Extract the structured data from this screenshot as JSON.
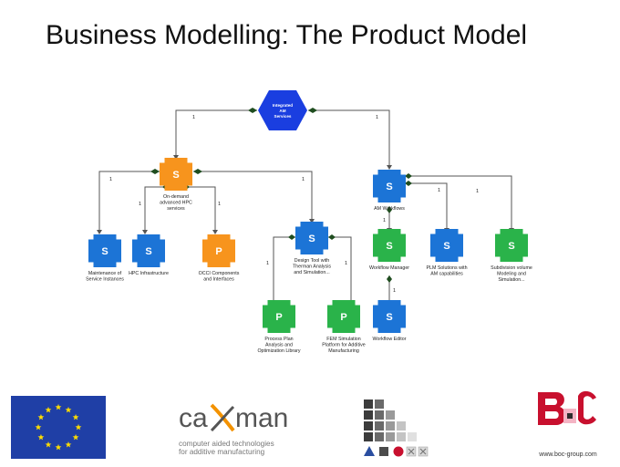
{
  "slide": {
    "title": "Business Modelling: The Product Model"
  },
  "root": {
    "lines": [
      "Integrated",
      "AM",
      "Services"
    ],
    "color": "#1a3ee0"
  },
  "colors": {
    "service_blue": "#1c74d6",
    "service_orange": "#f7941d",
    "product_green": "#2ab34a"
  },
  "nodes": [
    {
      "id": "ondemand",
      "letter": "S",
      "color": "orange",
      "label": [
        "On-demand",
        "advanced HPC",
        "services"
      ]
    },
    {
      "id": "amworkflows",
      "letter": "S",
      "color": "blue",
      "label": [
        "AM Workflows"
      ]
    },
    {
      "id": "maintenance",
      "letter": "S",
      "color": "blue",
      "label": [
        "Maintenance of",
        "Service Instances"
      ]
    },
    {
      "id": "hpcinfra",
      "letter": "S",
      "color": "blue",
      "label": [
        "HPC Infrastructure"
      ]
    },
    {
      "id": "occi",
      "letter": "P",
      "color": "orange",
      "label": [
        "OCCI Components",
        "and Interfaces"
      ]
    },
    {
      "id": "designtool",
      "letter": "S",
      "color": "blue",
      "label": [
        "Design Tool with",
        "Therman Analysis",
        "and Simulation..."
      ]
    },
    {
      "id": "workflowmgr",
      "letter": "S",
      "color": "green",
      "label": [
        "Workflow Manager"
      ]
    },
    {
      "id": "plm",
      "letter": "S",
      "color": "blue",
      "label": [
        "PLM Solutions with",
        "AM capabilities"
      ]
    },
    {
      "id": "subdivision",
      "letter": "S",
      "color": "green",
      "label": [
        "Subdivision volume",
        "Modeling and",
        "Simulation..."
      ]
    },
    {
      "id": "processplan",
      "letter": "P",
      "color": "green",
      "label": [
        "Process Plan",
        "Analysis and",
        "Optimization Library"
      ]
    },
    {
      "id": "femsim",
      "letter": "P",
      "color": "green",
      "label": [
        "FEM Simulation",
        "Platform for Additive",
        "Manufacturing"
      ]
    },
    {
      "id": "workfloweditor",
      "letter": "S",
      "color": "blue",
      "label": [
        "Workflow Editor"
      ]
    }
  ],
  "multiplicity": "1",
  "logos": {
    "eu": {
      "colors": {
        "field": "#1f3fa6",
        "star": "#ffdd00"
      }
    },
    "caxman": {
      "name_left": "ca",
      "name_right": "man",
      "tagline_1": "computer aided technologies",
      "tagline_2": "for additive manufacturing",
      "colors": {
        "name": "#555555",
        "x": "#f39200",
        "tagline": "#777777"
      }
    },
    "boc": {
      "url": "www.boc-group.com",
      "colors": {
        "brand": "#c8102e"
      }
    }
  }
}
